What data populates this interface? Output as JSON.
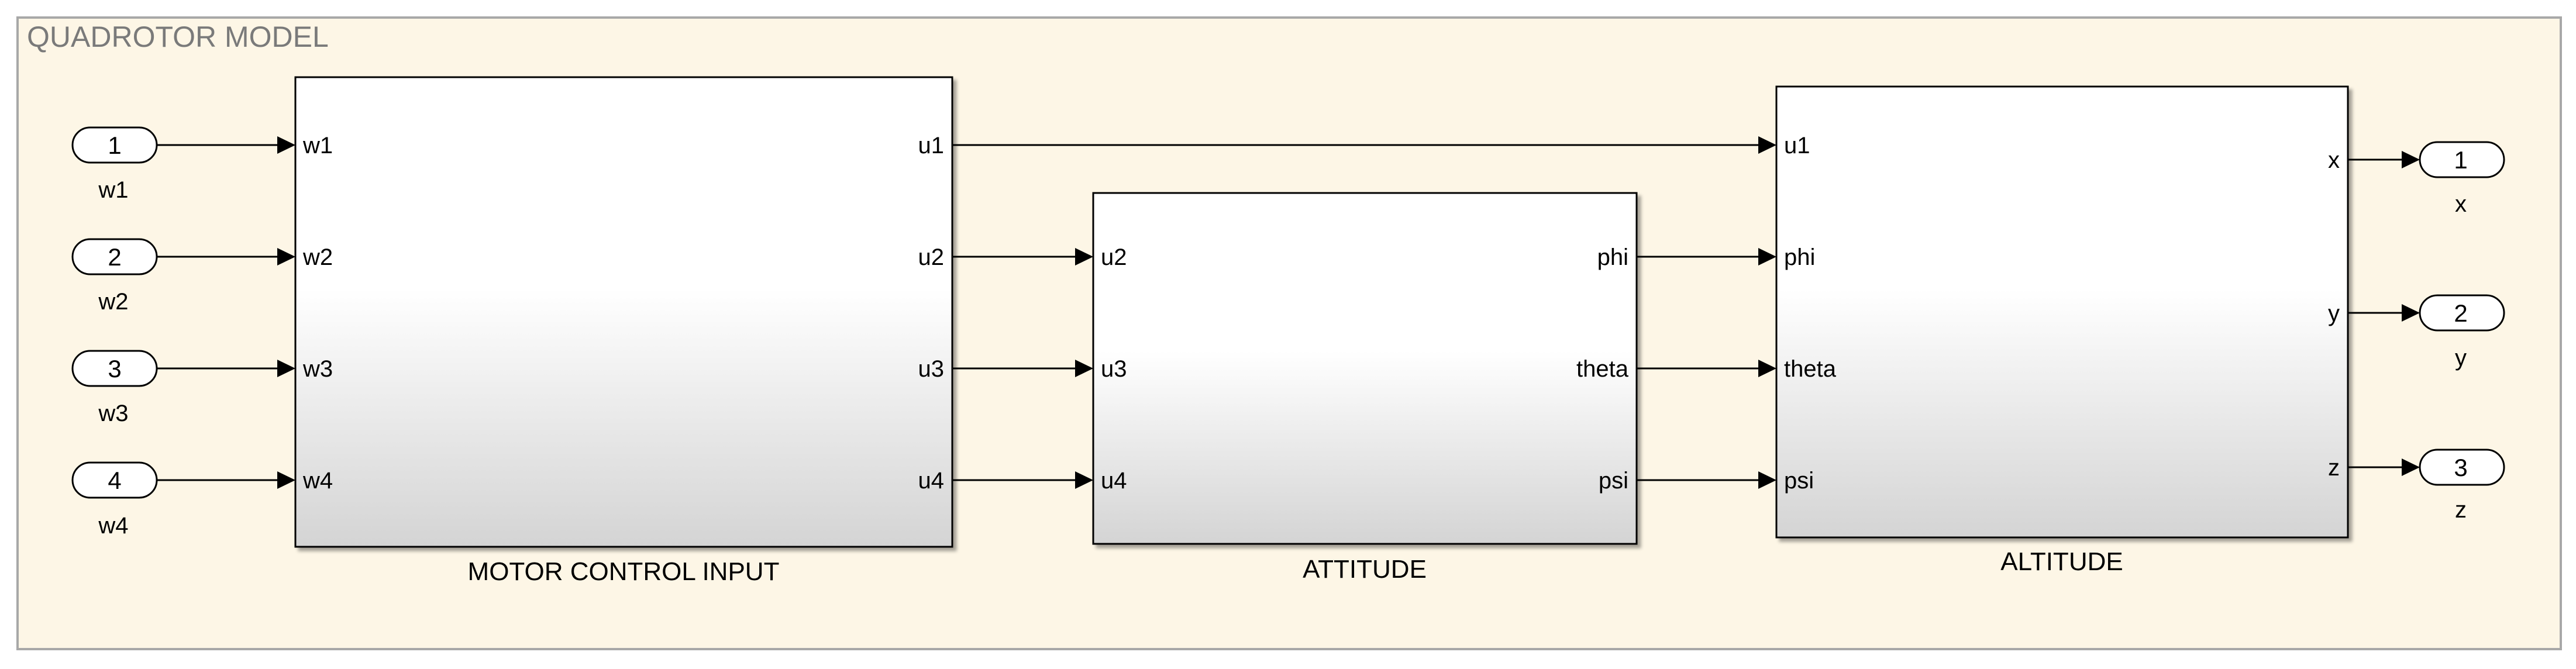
{
  "area": {
    "title": "QUADROTOR MODEL"
  },
  "inports": [
    {
      "number": "1",
      "name": "w1"
    },
    {
      "number": "2",
      "name": "w2"
    },
    {
      "number": "3",
      "name": "w3"
    },
    {
      "number": "4",
      "name": "w4"
    }
  ],
  "outports": [
    {
      "number": "1",
      "name": "x"
    },
    {
      "number": "2",
      "name": "y"
    },
    {
      "number": "3",
      "name": "z"
    }
  ],
  "blocks": {
    "motor": {
      "title": "MOTOR CONTROL INPUT",
      "inputs": [
        "w1",
        "w2",
        "w3",
        "w4"
      ],
      "outputs": [
        "u1",
        "u2",
        "u3",
        "u4"
      ]
    },
    "attitude": {
      "title": "ATTITUDE",
      "inputs": [
        "u2",
        "u3",
        "u4"
      ],
      "outputs": [
        "phi",
        "theta",
        "psi"
      ]
    },
    "altitude": {
      "title": "ALTITUDE",
      "inputs": [
        "u1",
        "phi",
        "theta",
        "psi"
      ],
      "outputs": [
        "x",
        "y",
        "z"
      ]
    }
  },
  "colors": {
    "area_fill": "#fdf6e6",
    "area_border": "#a8a8a8",
    "block_top": "#ffffff",
    "block_bottom": "#d6d6d6"
  }
}
